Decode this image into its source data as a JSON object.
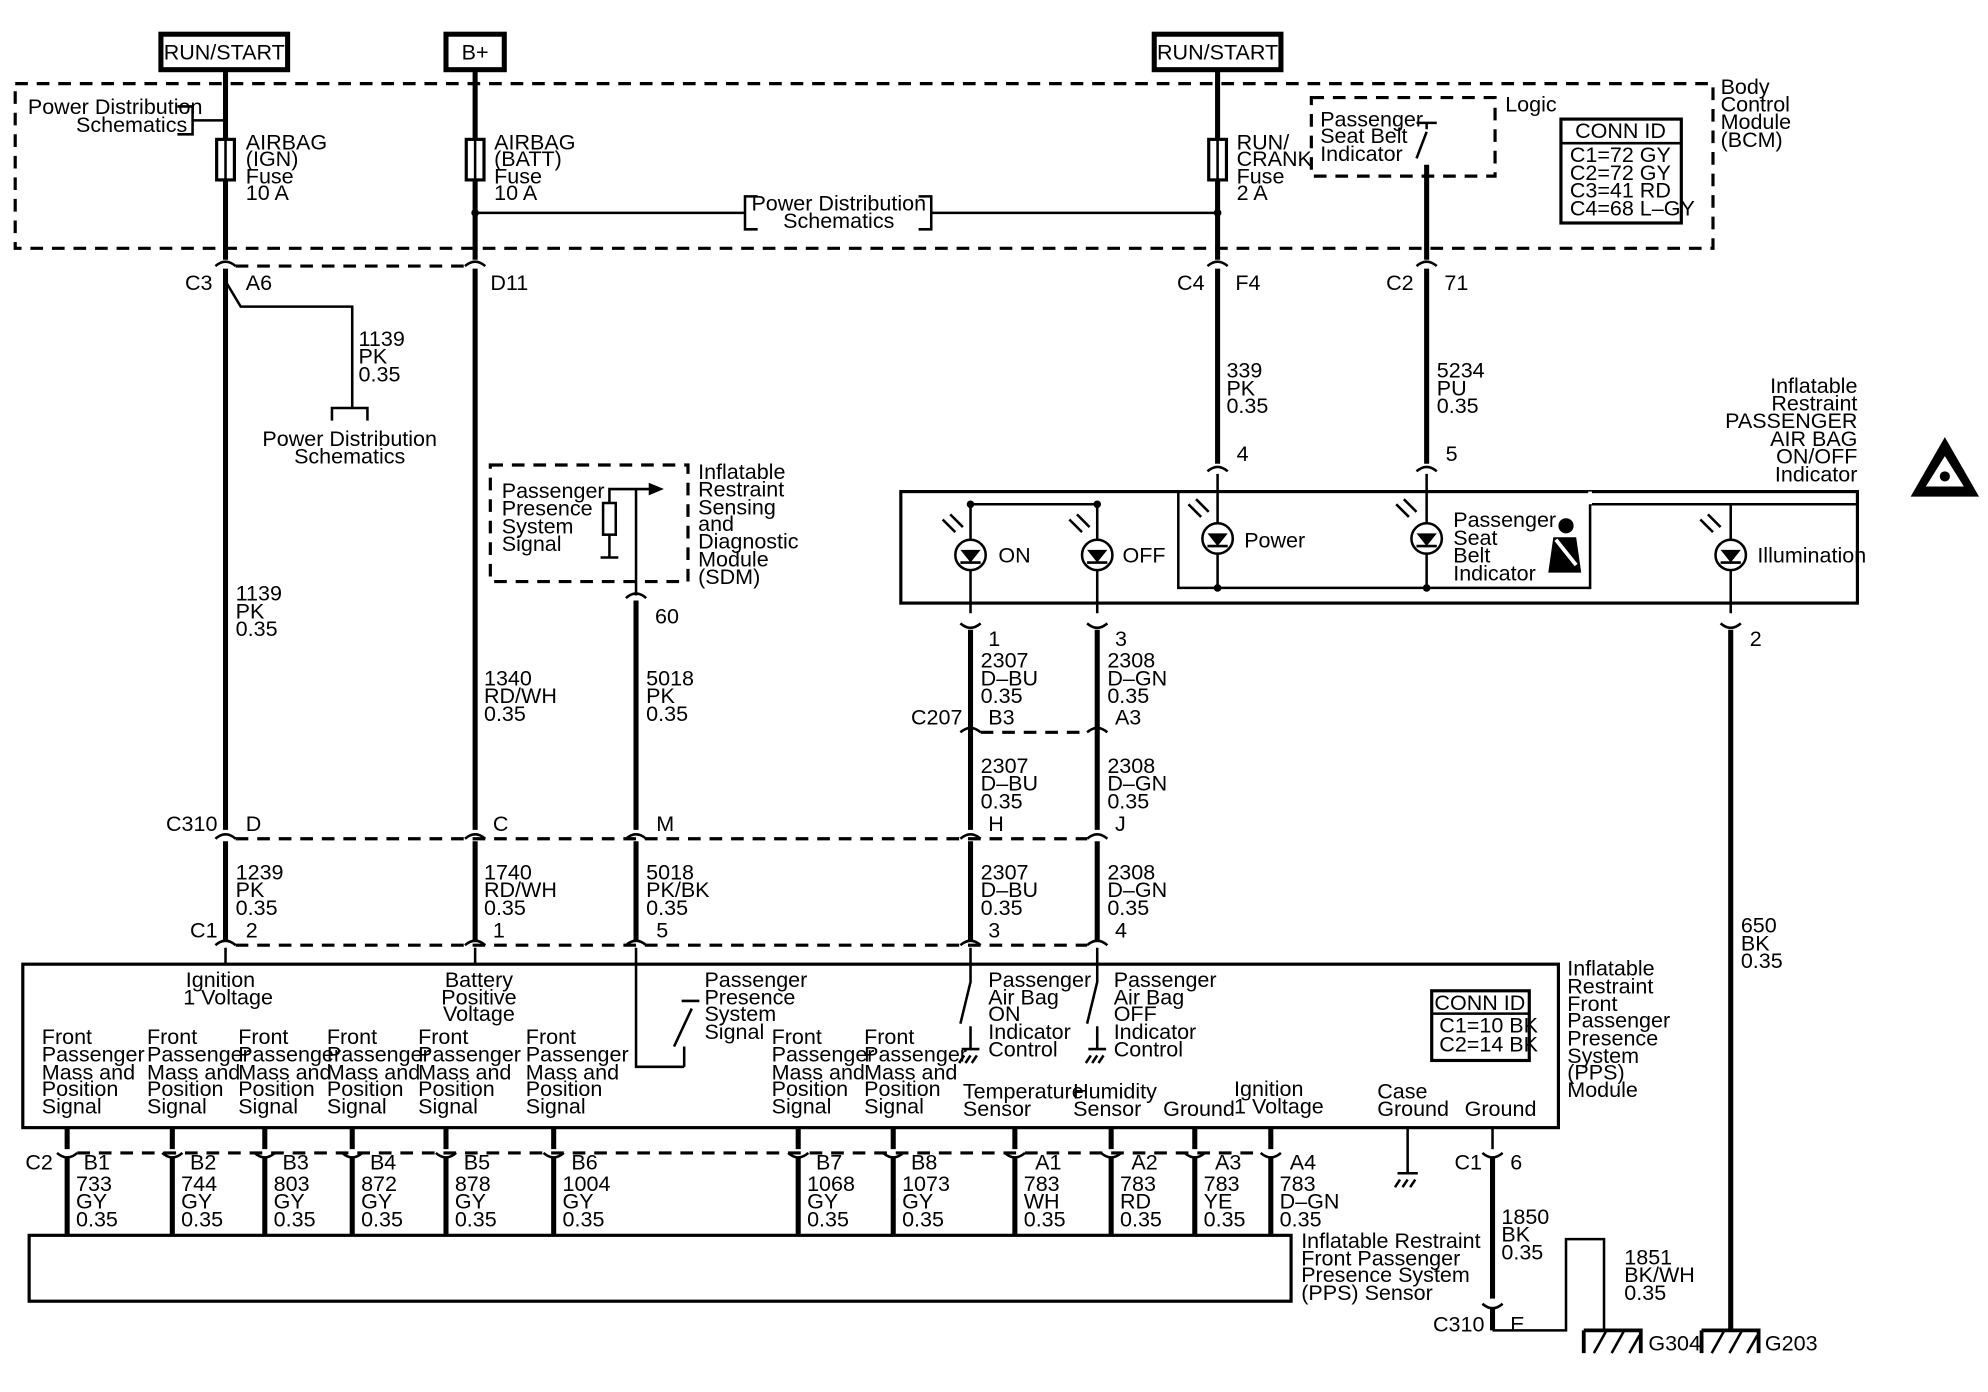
{
  "supplies": {
    "run_start_1": "RUN/START",
    "bplus": "B+",
    "run_start_2": "RUN/START"
  },
  "bcm": {
    "label": [
      "Body",
      "Control",
      "Module",
      "(BCM)"
    ],
    "pd_left": [
      "Power Distribution",
      "Schematics"
    ],
    "pd_mid": [
      "Power Distribution",
      "Schematics"
    ],
    "fuse_ign": [
      "AIRBAG",
      "(IGN)",
      "Fuse",
      "10 A"
    ],
    "fuse_batt": [
      "AIRBAG",
      "(BATT)",
      "Fuse",
      "10 A"
    ],
    "fuse_run": [
      "RUN/",
      "CRANK",
      "Fuse",
      "2 A"
    ],
    "logic_label": "Logic",
    "seatbelt_switch": [
      "Passenger",
      "Seat Belt",
      "Indicator"
    ],
    "conn_title": "CONN ID",
    "conn_list": [
      "C1=72 GY",
      "C2=72 GY",
      "C3=41 RD",
      "C4=68 L–GY"
    ]
  },
  "bcm_pins": {
    "c3": "C3",
    "a6": "A6",
    "d11": "D11",
    "c4": "C4",
    "f4": "F4",
    "c2": "C2",
    "p71": "71"
  },
  "splice": {
    "wire": [
      "1139",
      "PK",
      "0.35"
    ],
    "pd": [
      "Power Distribution",
      "Schematics"
    ]
  },
  "wires_upper": {
    "w1139": [
      "1139",
      "PK",
      "0.35"
    ],
    "w1340": [
      "1340",
      "RD/WH",
      "0.35"
    ],
    "w5018": [
      "5018",
      "PK",
      "0.35"
    ],
    "w339": [
      "339",
      "PK",
      "0.35"
    ],
    "w5234": [
      "5234",
      "PU",
      "0.35"
    ]
  },
  "sdm": {
    "label": [
      "Inflatable",
      "Restraint",
      "Sensing",
      "and",
      "Diagnostic",
      "Module",
      "(SDM)"
    ],
    "signal": [
      "Passenger",
      "Presence",
      "System",
      "Signal"
    ],
    "pin": "60"
  },
  "indicator": {
    "title": [
      "Inflatable",
      "Restraint",
      "PASSENGER",
      "AIR BAG",
      "ON/OFF",
      "Indicator"
    ],
    "on": "ON",
    "off": "OFF",
    "power": "Power",
    "seatbelt": [
      "Passenger",
      "Seat",
      "Belt",
      "Indicator"
    ],
    "illumination": "Illumination",
    "pin4": "4",
    "pin5": "5",
    "pin1": "1",
    "pin3": "3",
    "pin2": "2"
  },
  "c207": {
    "name": "C207",
    "b3": "B3",
    "a3": "A3",
    "w2307a": [
      "2307",
      "D–BU",
      "0.35"
    ],
    "w2308a": [
      "2308",
      "D–GN",
      "0.35"
    ],
    "w2307b": [
      "2307",
      "D–BU",
      "0.35"
    ],
    "w2308b": [
      "2308",
      "D–GN",
      "0.35"
    ],
    "w2307c": [
      "2307",
      "D–BU",
      "0.35"
    ],
    "w2308c": [
      "2308",
      "D–GN",
      "0.35"
    ]
  },
  "c310": {
    "name": "C310",
    "d": "D",
    "c": "C",
    "m": "M",
    "h": "H",
    "j": "J"
  },
  "wires_lower": {
    "w1239": [
      "1239",
      "PK",
      "0.35"
    ],
    "w1740": [
      "1740",
      "RD/WH",
      "0.35"
    ],
    "w5018bk": [
      "5018",
      "PK/BK",
      "0.35"
    ],
    "w650": [
      "650",
      "BK",
      "0.35"
    ]
  },
  "c1": {
    "name": "C1",
    "p2": "2",
    "p1": "1",
    "p5": "5",
    "p3": "3",
    "p4": "4"
  },
  "pps_module": {
    "label": [
      "Inflatable",
      "Restraint",
      "Front",
      "Passenger",
      "Presence",
      "System",
      "(PPS)",
      "Module"
    ],
    "ign": [
      "Ignition",
      "1 Voltage"
    ],
    "batt": [
      "Battery",
      "Positive",
      "Voltage"
    ],
    "pps_signal": [
      "Passenger",
      "Presence",
      "System",
      "Signal"
    ],
    "on_ctrl": [
      "Passenger",
      "Air Bag",
      "ON",
      "Indicator",
      "Control"
    ],
    "off_ctrl": [
      "Passenger",
      "Air Bag",
      "OFF",
      "Indicator",
      "Control"
    ],
    "conn_title": "CONN ID",
    "conn_list": [
      "C1=10 BK",
      "C2=14 BK"
    ],
    "fp": [
      "Front",
      "Passenger",
      "Mass and",
      "Position",
      "Signal"
    ],
    "temp": [
      "Temperature",
      "Sensor"
    ],
    "humid": [
      "Humidity",
      "Sensor"
    ],
    "ground": "Ground",
    "ign2": [
      "Ignition",
      "1 Voltage"
    ],
    "case": [
      "Case",
      "Ground"
    ],
    "ground2": "Ground"
  },
  "c2_pins": {
    "name": "C2",
    "b1": "B1",
    "b2": "B2",
    "b3": "B3",
    "b4": "B4",
    "b5": "B5",
    "b6": "B6",
    "b7": "B7",
    "b8": "B8",
    "a1": "A1",
    "a2": "A2",
    "a3": "A3",
    "a4": "A4"
  },
  "sensor_wires": {
    "b1": [
      "733",
      "GY",
      "0.35"
    ],
    "b2": [
      "744",
      "GY",
      "0.35"
    ],
    "b3": [
      "803",
      "GY",
      "0.35"
    ],
    "b4": [
      "872",
      "GY",
      "0.35"
    ],
    "b5": [
      "878",
      "GY",
      "0.35"
    ],
    "b6": [
      "1004",
      "GY",
      "0.35"
    ],
    "b7": [
      "1068",
      "GY",
      "0.35"
    ],
    "b8": [
      "1073",
      "GY",
      "0.35"
    ],
    "a1": [
      "783",
      "WH",
      "0.35"
    ],
    "a2": [
      "783",
      "RD",
      "0.35"
    ],
    "a3": [
      "783",
      "YE",
      "0.35"
    ],
    "a4": [
      "783",
      "D–GN",
      "0.35"
    ]
  },
  "pps_sensor": {
    "label": [
      "Inflatable Restraint",
      "Front Passenger",
      "Presence System",
      "(PPS) Sensor"
    ]
  },
  "grounds": {
    "c1": "C1",
    "p6": "6",
    "w1850": [
      "1850",
      "BK",
      "0.35"
    ],
    "c310": "C310",
    "e": "E",
    "w1851": [
      "1851",
      "BK/WH",
      "0.35"
    ],
    "g304": "G304",
    "g203": "G203"
  }
}
